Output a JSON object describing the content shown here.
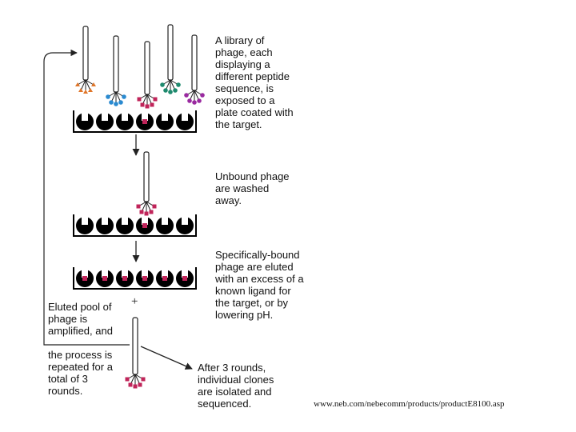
{
  "captions": {
    "library": "A library of\nphage, each\ndisplaying a\ndifferent peptide\nsequence, is\nexposed to a\nplate coated with\nthe target.",
    "unbound": "Unbound phage\nare washed\naway.",
    "eluted": "Specifically-bound\nphage are eluted\nwith an excess of a\nknown ligand for\nthe target, or by\nlowering pH.",
    "pool_amplified": "Eluted pool of\nphage is\namplified, and",
    "pool_repeated": "the process is\nrepeated for a\ntotal of 3\nrounds.",
    "after_rounds": "After 3 rounds,\nindividual clones\nare isolated and\nsequenced.",
    "plus_sign": "+",
    "source_url": "www.neb.com/nebecomm/products/productE8100.asp"
  },
  "colors": {
    "orange_peptide": "#e0762a",
    "blue_peptide": "#2a8ad0",
    "magenta_peptide": "#c0245a",
    "green_peptide": "#1e8a6e",
    "purple_peptide": "#9a2aa0",
    "plate": "#000000",
    "line": "#222222"
  },
  "icons": [
    "phage-icon",
    "plate-icon",
    "target-well-icon",
    "arrow-down-icon",
    "cycle-arrow-icon"
  ]
}
